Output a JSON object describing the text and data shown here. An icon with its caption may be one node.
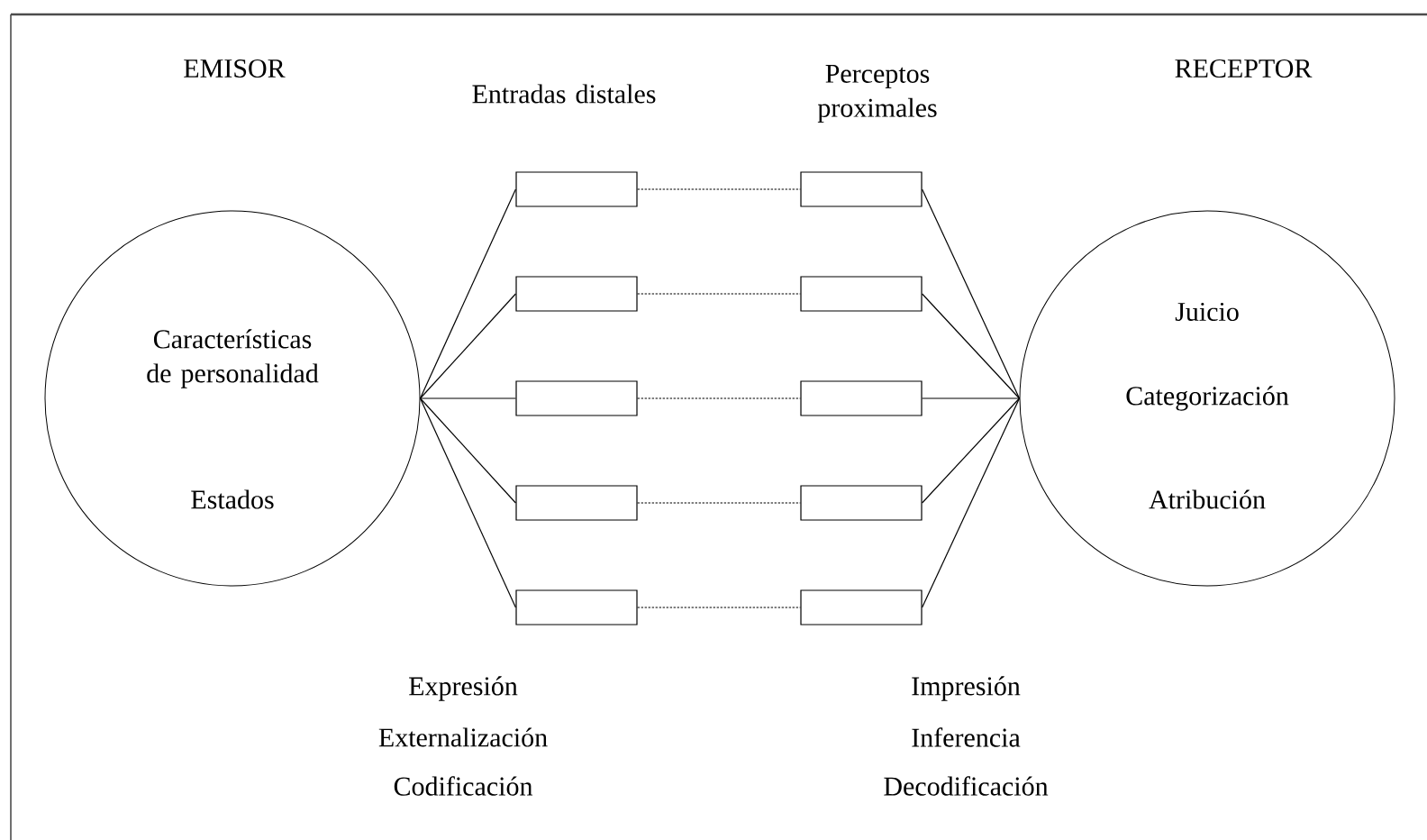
{
  "diagram": {
    "nodes": [
      {
        "text": [
          "Características de personalidad",
          "Estados"
        ]
      },
      {
        "text": [],
        "shape": "box"
      },
      {
        "text": [],
        "shape": "box"
      },
      {
        "text": [],
        "shape": "box"
      },
      {
        "text": [],
        "shape": "box"
      },
      {
        "text": [],
        "shape": "box"
      },
      {
        "text": [],
        "shape": "box"
      },
      {
        "text": [],
        "shape": "box"
      },
      {
        "text": [],
        "shape": "box"
      },
      {
        "text": [],
        "shape": "box"
      },
      {
        "text": [],
        "shape": "box"
      },
      {
        "text": [
          "Juicio",
          "Categorización",
          "Atribución"
        ]
      }
    ],
    "edges": [
      {
        "from": 0,
        "to": 1,
        "arrow": "none"
      },
      {
        "from": 0,
        "to": 2,
        "arrow": "none"
      },
      {
        "from": 0,
        "to": 3,
        "arrow": "none"
      },
      {
        "from": 0,
        "to": 4,
        "arrow": "none"
      },
      {
        "from": 0,
        "to": 5,
        "arrow": "none"
      },
      {
        "from": 1,
        "to": 6,
        "arrow": "none",
        "style": "dashed"
      },
      {
        "from": 2,
        "to": 7,
        "arrow": "none",
        "style": "dashed"
      },
      {
        "from": 3,
        "to": 8,
        "arrow": "none",
        "style": "dashed"
      },
      {
        "from": 4,
        "to": 9,
        "arrow": "none",
        "style": "dashed"
      },
      {
        "from": 5,
        "to": 10,
        "arrow": "none",
        "style": "dashed"
      },
      {
        "from": 6,
        "to": 11,
        "arrow": "none"
      },
      {
        "from": 7,
        "to": 11,
        "arrow": "none"
      },
      {
        "from": 8,
        "to": 11,
        "arrow": "none"
      },
      {
        "from": 9,
        "to": 11,
        "arrow": "none"
      },
      {
        "from": 10,
        "to": 11,
        "arrow": "none"
      }
    ],
    "labels": [
      "EMISOR",
      "Entradas distales",
      "Perceptos proximales",
      "RECEPTOR",
      "Expresión",
      "Externalización",
      "Codificación",
      "Impresión",
      "Inferencia",
      "Decodificación"
    ]
  }
}
